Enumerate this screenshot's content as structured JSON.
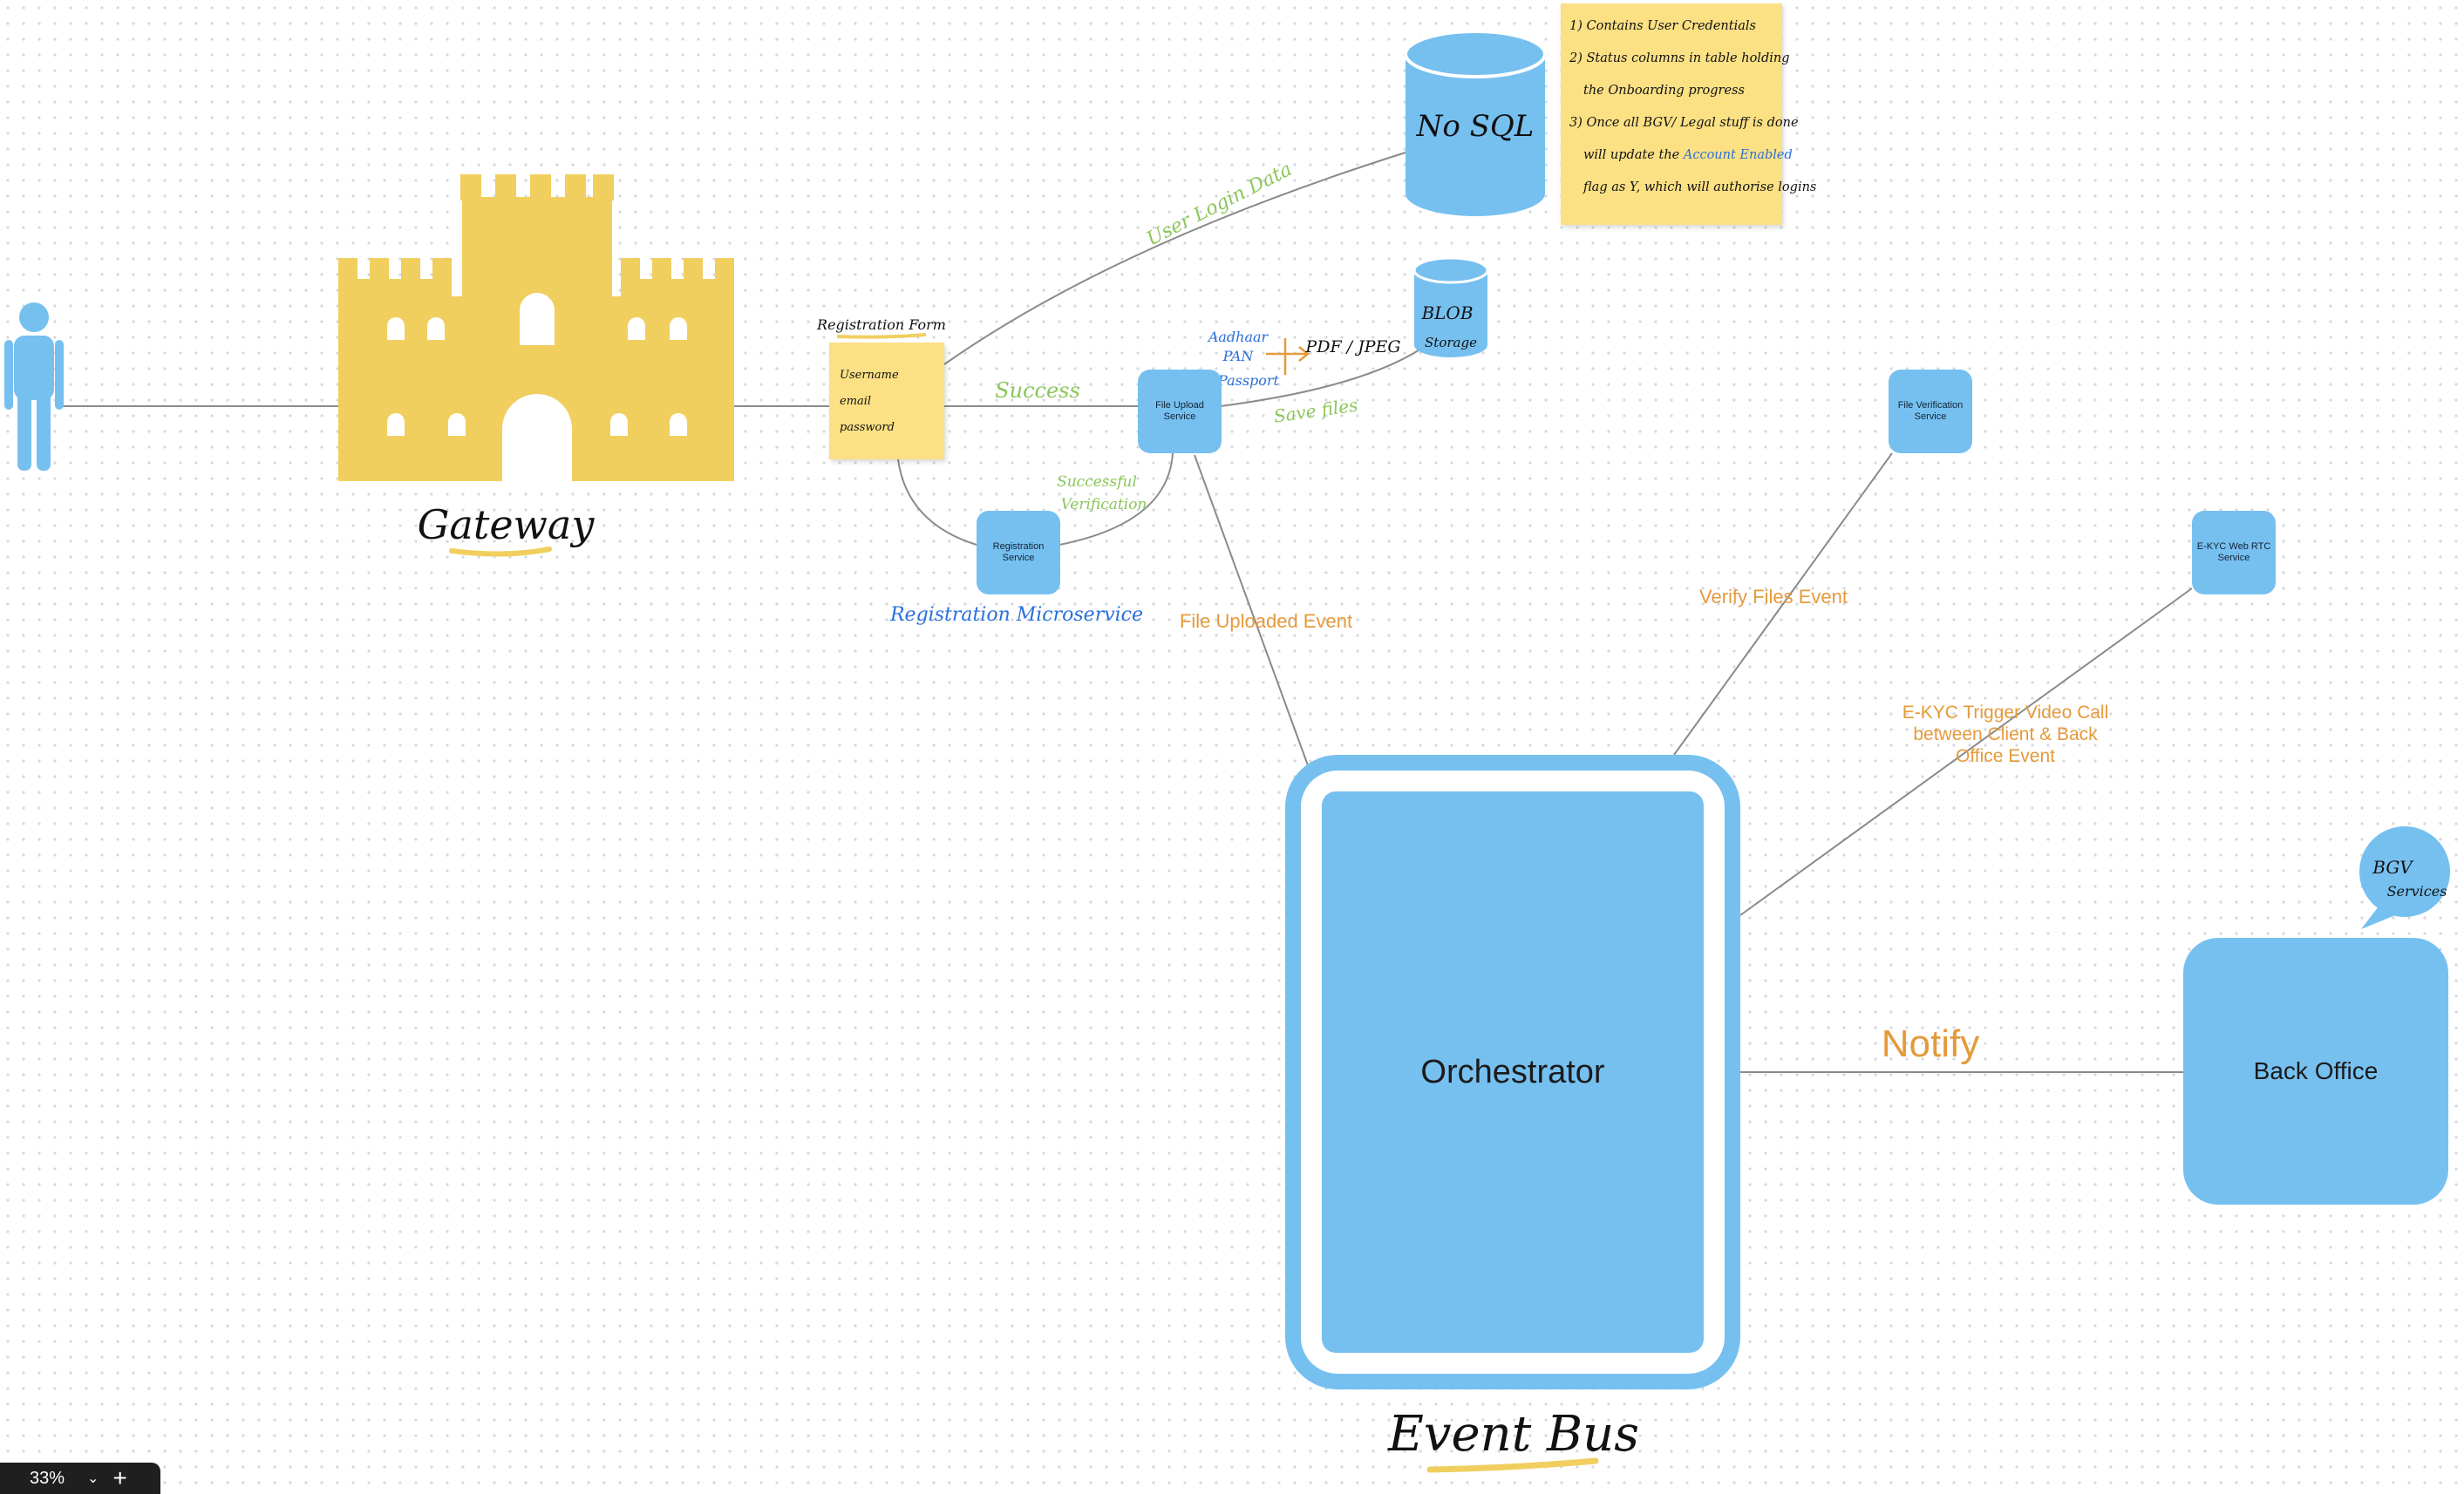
{
  "diagram": {
    "gateway_label": "Gateway",
    "event_bus_label": "Event Bus",
    "registration_form": {
      "title": "Registration Form",
      "fields": [
        "Username",
        "email",
        "password"
      ]
    },
    "services": {
      "file_upload": "File Upload Service",
      "registration": "Registration Service",
      "file_verification": "File Verification Service",
      "ekyc": "E-KYC Web RTC Service",
      "orchestrator": "Orchestrator",
      "back_office": "Back Office"
    },
    "stores": {
      "nosql": "No SQL",
      "blob_line1": "BLOB",
      "blob_line2": "Storage"
    },
    "doc_types": [
      "Aadhaar",
      "PAN",
      "Passport"
    ],
    "doc_format": "PDF / JPEG",
    "registration_microservice": "Registration Microservice",
    "bgv_bubble": [
      "BGV",
      "Services"
    ],
    "edges": {
      "user_login_data": "User Login Data",
      "success": "Success",
      "save_files": "Save files",
      "successful_verification_line1": "Successful",
      "successful_verification_line2": "Verification",
      "file_uploaded_event": "File Uploaded Event",
      "verify_files_event": "Verify Files Event",
      "ekyc_event_line1": "E-KYC Trigger Video Call",
      "ekyc_event_line2": "between Client & Back",
      "ekyc_event_line3": "Office Event",
      "notify": "Notify"
    },
    "notes": [
      "1) Contains User Credentials",
      "2) Status columns in table holding",
      "the Onboarding progress",
      "3) Once all BGV/ Legal stuff is done",
      "will update the",
      "Account Enabled",
      "flag as Y, which will authorise logins"
    ]
  },
  "ui": {
    "zoom": "33%"
  },
  "colors": {
    "box_blue": "#76c0f0",
    "castle_yellow": "#f0cf5f",
    "sticky_yellow": "#fbe084",
    "edge_orange": "#e59a3a",
    "edge_green": "#8cc65a",
    "hand_blue": "#2a6fdb",
    "line_gray": "#8a8a8a"
  }
}
